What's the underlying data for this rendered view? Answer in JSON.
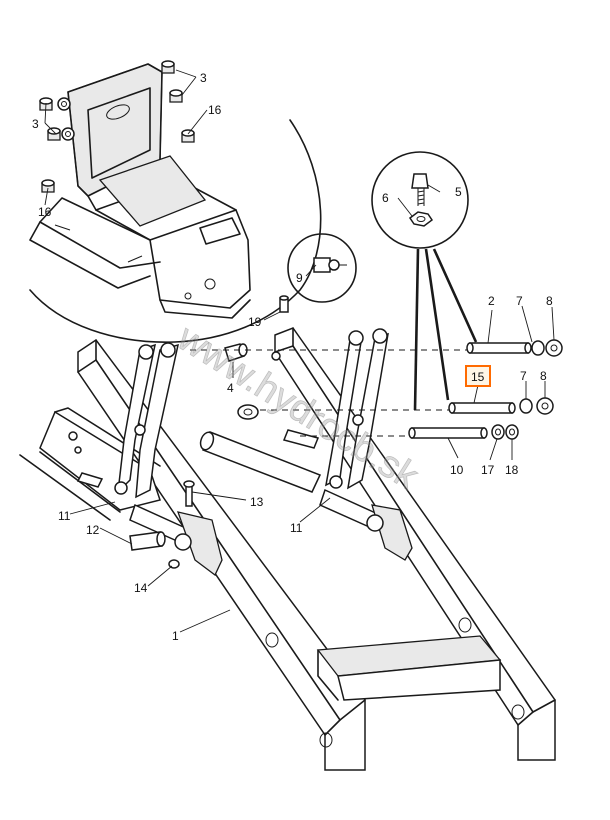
{
  "watermark": "www.hydrocb.sk",
  "highlight_color": "#ff6a00",
  "callouts": [
    {
      "id": "c3a",
      "text": "3"
    },
    {
      "id": "c3b",
      "text": "3"
    },
    {
      "id": "c16a",
      "text": "16"
    },
    {
      "id": "c16b",
      "text": "16"
    },
    {
      "id": "c5",
      "text": "5"
    },
    {
      "id": "c6",
      "text": "6"
    },
    {
      "id": "c9",
      "text": "9"
    },
    {
      "id": "c19",
      "text": "19"
    },
    {
      "id": "c4",
      "text": "4"
    },
    {
      "id": "c2",
      "text": "2"
    },
    {
      "id": "c7a",
      "text": "7"
    },
    {
      "id": "c8a",
      "text": "8"
    },
    {
      "id": "c15",
      "text": "15",
      "highlighted": true
    },
    {
      "id": "c7b",
      "text": "7"
    },
    {
      "id": "c8b",
      "text": "8"
    },
    {
      "id": "c10",
      "text": "10"
    },
    {
      "id": "c17",
      "text": "17"
    },
    {
      "id": "c18",
      "text": "18"
    },
    {
      "id": "c13",
      "text": "13"
    },
    {
      "id": "c11a",
      "text": "11"
    },
    {
      "id": "c11b",
      "text": "11"
    },
    {
      "id": "c12",
      "text": "12"
    },
    {
      "id": "c14",
      "text": "14"
    },
    {
      "id": "c1",
      "text": "1"
    }
  ]
}
